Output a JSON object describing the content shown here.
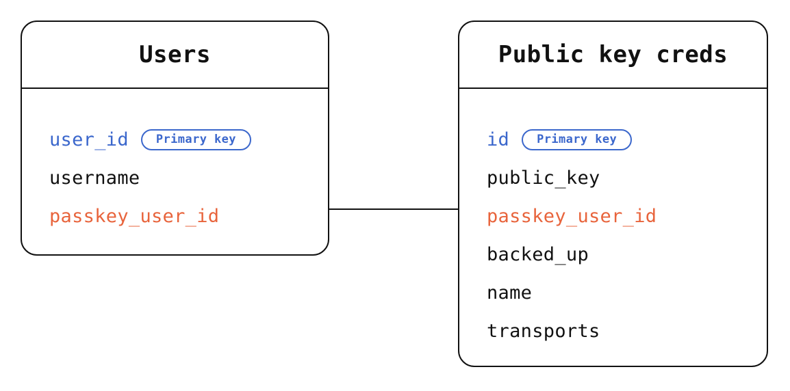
{
  "diagram": {
    "type": "entity-relationship-diagram",
    "colors": {
      "border": "#111111",
      "text": "#111111",
      "primary_key": "#3B67CC",
      "foreign_key": "#E8643C",
      "background": "#ffffff"
    },
    "entities": [
      {
        "id": "users",
        "title": "Users",
        "fields": [
          {
            "name": "user_id",
            "role": "primary",
            "badge": "Primary key"
          },
          {
            "name": "username",
            "role": "plain",
            "badge": null
          },
          {
            "name": "passkey_user_id",
            "role": "foreign",
            "badge": null
          }
        ]
      },
      {
        "id": "public-key-creds",
        "title": "Public key creds",
        "fields": [
          {
            "name": "id",
            "role": "primary",
            "badge": "Primary key"
          },
          {
            "name": "public_key",
            "role": "plain",
            "badge": null
          },
          {
            "name": "passkey_user_id",
            "role": "foreign",
            "badge": null
          },
          {
            "name": "backed_up",
            "role": "plain",
            "badge": null
          },
          {
            "name": "name",
            "role": "plain",
            "badge": null
          },
          {
            "name": "transports",
            "role": "plain",
            "badge": null
          }
        ]
      }
    ],
    "relationships": [
      {
        "from": "users.passkey_user_id",
        "to": "public-key-creds.passkey_user_id"
      }
    ]
  }
}
